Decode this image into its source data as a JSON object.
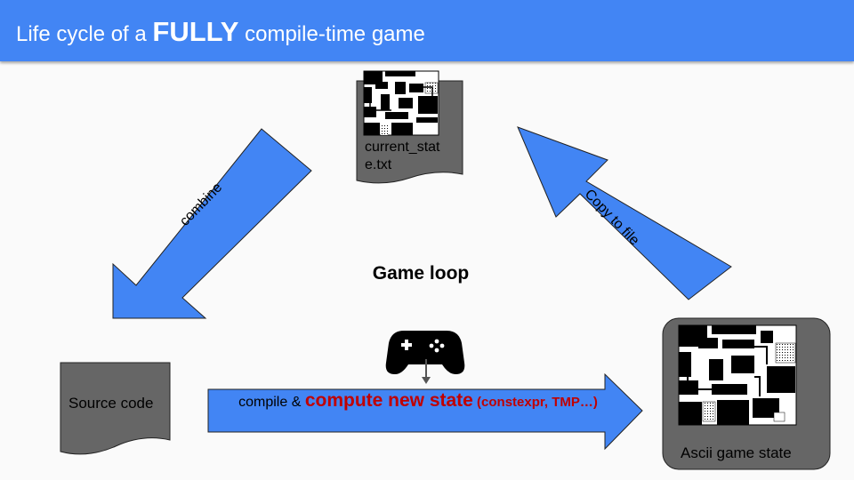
{
  "slide": {
    "title_prefix": "Life cycle of a ",
    "title_emphasis": "FULLY",
    "title_suffix": " compile-time game"
  },
  "diagram": {
    "center_label": "Game loop",
    "source_doc_label": "Source code",
    "state_file_label": "current_state.txt",
    "ascii_state_label": "Ascii game state",
    "arrow_combine_label": "combine",
    "arrow_copy_label": "Copy to file",
    "arrow_compile_prefix": "compile & ",
    "arrow_compile_highlight": "compute new state",
    "arrow_compile_detail": " (constexpr, TMP…)",
    "gamepad_icon": "gamepad-icon",
    "colors": {
      "header": "#4285f4",
      "arrow": "#4285f4",
      "document": "#666666",
      "highlight": "#c00000"
    }
  }
}
